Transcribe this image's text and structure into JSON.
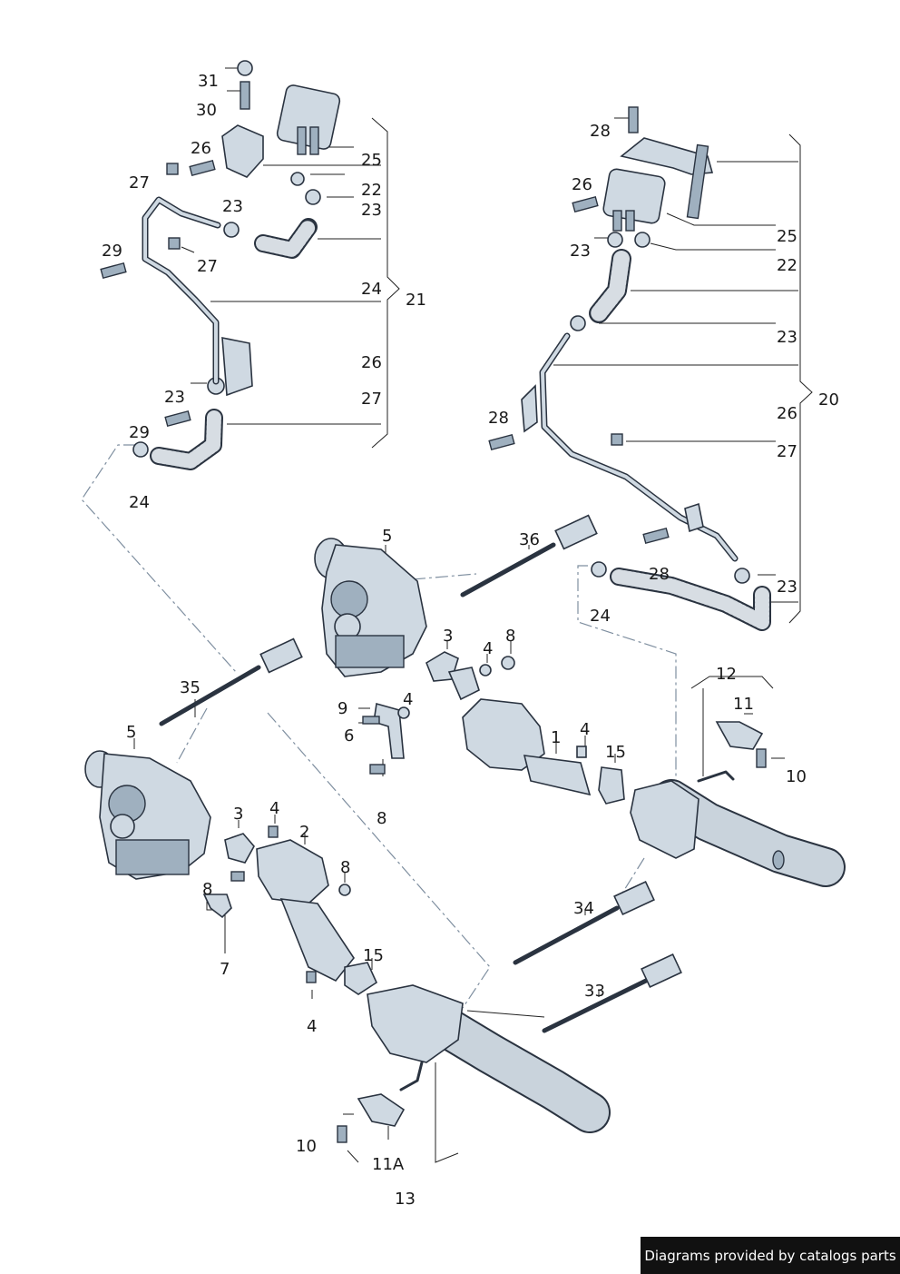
{
  "labels": {
    "l31": "31",
    "l30": "30",
    "l26a": "26",
    "l25a": "25",
    "l27a": "27",
    "l22a": "22",
    "l23a": "23",
    "l23b": "23",
    "l29a": "29",
    "l27b": "27",
    "l24a": "24",
    "l21": "21",
    "l26b": "26",
    "l23c": "23",
    "l27c": "27",
    "l29b": "29",
    "l24b": "24",
    "l28a": "28",
    "l26c": "26",
    "l25b": "25",
    "l23d": "23",
    "l22b": "22",
    "l23e": "23",
    "l20": "20",
    "l26d": "26",
    "l28b": "28",
    "l27d": "27",
    "l28c": "28",
    "l24c": "24",
    "l23f": "23",
    "l5a": "5",
    "l36": "36",
    "l3a": "3",
    "l8a": "8",
    "l4a": "4",
    "l9": "9",
    "l4b": "4",
    "l6": "6",
    "l8b": "8",
    "l1": "1",
    "l4c": "4",
    "l15a": "15",
    "l12": "12",
    "l11": "11",
    "l10a": "10",
    "l35": "35",
    "l5b": "5",
    "l3b": "3",
    "l4d": "4",
    "l2": "2",
    "l8c": "8",
    "l8d": "8",
    "l7": "7",
    "l15b": "15",
    "l4e": "4",
    "l34": "34",
    "l33": "33",
    "l10b": "10",
    "l11a": "11A",
    "l13": "13"
  },
  "credit": "Diagrams provided by catalogs parts",
  "colors": {
    "metal_light": "#cfd9e2",
    "metal_dark": "#9fb0bf",
    "outline": "#2a3340",
    "leader_dash": "#7f8fa0",
    "credit_bg": "#111111",
    "credit_text": "#ffffff"
  }
}
